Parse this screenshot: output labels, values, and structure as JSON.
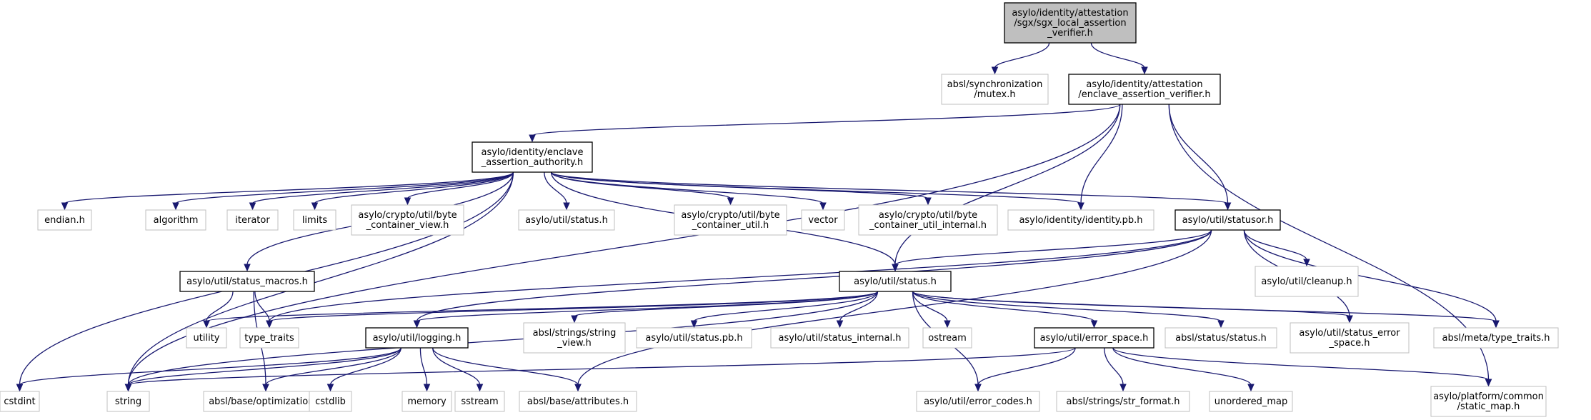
{
  "graph": {
    "nodes": [
      {
        "id": "sgx_local",
        "lines": [
          "asylo/identity/attestation",
          "/sgx/sgx_local_assertion",
          "_verifier.h"
        ],
        "style": "root"
      },
      {
        "id": "mutex",
        "lines": [
          "absl/synchronization",
          "/mutex.h"
        ],
        "style": "external"
      },
      {
        "id": "eav",
        "lines": [
          "asylo/identity/attestation",
          "/enclave_assertion_verifier.h"
        ],
        "style": "file"
      },
      {
        "id": "eaa",
        "lines": [
          "asylo/identity/enclave",
          "_assertion_authority.h"
        ],
        "style": "file"
      },
      {
        "id": "endian",
        "lines": [
          "endian.h"
        ],
        "style": "external"
      },
      {
        "id": "algorithm",
        "lines": [
          "algorithm"
        ],
        "style": "external"
      },
      {
        "id": "iterator",
        "lines": [
          "iterator"
        ],
        "style": "external"
      },
      {
        "id": "limits",
        "lines": [
          "limits"
        ],
        "style": "external"
      },
      {
        "id": "bcview",
        "lines": [
          "asylo/crypto/util/byte",
          "_container_view.h"
        ],
        "style": "external"
      },
      {
        "id": "status_h_ext",
        "lines": [
          "asylo/util/status.h"
        ],
        "style": "external"
      },
      {
        "id": "bcutil",
        "lines": [
          "asylo/crypto/util/byte",
          "_container_util.h"
        ],
        "style": "external"
      },
      {
        "id": "vector",
        "lines": [
          "vector"
        ],
        "style": "external"
      },
      {
        "id": "bcutilint",
        "lines": [
          "asylo/crypto/util/byte",
          "_container_util_internal.h"
        ],
        "style": "external"
      },
      {
        "id": "identitypb",
        "lines": [
          "asylo/identity/identity.pb.h"
        ],
        "style": "external"
      },
      {
        "id": "statusor",
        "lines": [
          "asylo/util/statusor.h"
        ],
        "style": "file"
      },
      {
        "id": "status_macros",
        "lines": [
          "asylo/util/status_macros.h"
        ],
        "style": "file"
      },
      {
        "id": "status",
        "lines": [
          "asylo/util/status.h"
        ],
        "style": "file"
      },
      {
        "id": "cleanup",
        "lines": [
          "asylo/util/cleanup.h"
        ],
        "style": "external"
      },
      {
        "id": "utility",
        "lines": [
          "utility"
        ],
        "style": "external"
      },
      {
        "id": "type_traits",
        "lines": [
          "type_traits"
        ],
        "style": "external"
      },
      {
        "id": "logging",
        "lines": [
          "asylo/util/logging.h"
        ],
        "style": "file"
      },
      {
        "id": "string_view",
        "lines": [
          "absl/strings/string",
          "_view.h"
        ],
        "style": "external"
      },
      {
        "id": "statuspb",
        "lines": [
          "asylo/util/status.pb.h"
        ],
        "style": "external"
      },
      {
        "id": "status_internal",
        "lines": [
          "asylo/util/status_internal.h"
        ],
        "style": "external"
      },
      {
        "id": "ostream",
        "lines": [
          "ostream"
        ],
        "style": "external"
      },
      {
        "id": "error_space",
        "lines": [
          "asylo/util/error_space.h"
        ],
        "style": "file"
      },
      {
        "id": "abslstatus",
        "lines": [
          "absl/status/status.h"
        ],
        "style": "external"
      },
      {
        "id": "status_error_space",
        "lines": [
          "asylo/util/status_error",
          "_space.h"
        ],
        "style": "external"
      },
      {
        "id": "meta_tt",
        "lines": [
          "absl/meta/type_traits.h"
        ],
        "style": "external"
      },
      {
        "id": "cstdint",
        "lines": [
          "cstdint"
        ],
        "style": "external"
      },
      {
        "id": "string",
        "lines": [
          "string"
        ],
        "style": "external"
      },
      {
        "id": "optimization",
        "lines": [
          "absl/base/optimization.h"
        ],
        "style": "external"
      },
      {
        "id": "cstdlib",
        "lines": [
          "cstdlib"
        ],
        "style": "external"
      },
      {
        "id": "memory",
        "lines": [
          "memory"
        ],
        "style": "external"
      },
      {
        "id": "sstream",
        "lines": [
          "sstream"
        ],
        "style": "external"
      },
      {
        "id": "attributes",
        "lines": [
          "absl/base/attributes.h"
        ],
        "style": "external"
      },
      {
        "id": "error_codes",
        "lines": [
          "asylo/util/error_codes.h"
        ],
        "style": "external"
      },
      {
        "id": "str_format",
        "lines": [
          "absl/strings/str_format.h"
        ],
        "style": "external"
      },
      {
        "id": "unordered_map",
        "lines": [
          "unordered_map"
        ],
        "style": "external"
      },
      {
        "id": "static_map",
        "lines": [
          "asylo/platform/common",
          "/static_map.h"
        ],
        "style": "external"
      }
    ],
    "edges": [
      [
        "sgx_local",
        "mutex"
      ],
      [
        "sgx_local",
        "eav"
      ],
      [
        "eav",
        "eaa"
      ],
      [
        "eav",
        "string"
      ],
      [
        "eav",
        "identitypb"
      ],
      [
        "eav",
        "statusor"
      ],
      [
        "eav",
        "status"
      ],
      [
        "eav",
        "static_map"
      ],
      [
        "eaa",
        "cstdint"
      ],
      [
        "eaa",
        "endian"
      ],
      [
        "eaa",
        "algorithm"
      ],
      [
        "eaa",
        "iterator"
      ],
      [
        "eaa",
        "limits"
      ],
      [
        "eaa",
        "string"
      ],
      [
        "eaa",
        "bcview"
      ],
      [
        "eaa",
        "status_h_ext"
      ],
      [
        "eaa",
        "bcutil"
      ],
      [
        "eaa",
        "vector"
      ],
      [
        "eaa",
        "bcutilint"
      ],
      [
        "eaa",
        "identitypb"
      ],
      [
        "eaa",
        "statusor"
      ],
      [
        "eaa",
        "status_macros"
      ],
      [
        "eaa",
        "status"
      ],
      [
        "statusor",
        "type_traits"
      ],
      [
        "statusor",
        "attributes"
      ],
      [
        "statusor",
        "logging"
      ],
      [
        "statusor",
        "status"
      ],
      [
        "statusor",
        "cleanup"
      ],
      [
        "statusor",
        "status_error_space"
      ],
      [
        "statusor",
        "meta_tt"
      ],
      [
        "status_macros",
        "utility"
      ],
      [
        "status_macros",
        "type_traits"
      ],
      [
        "status_macros",
        "optimization"
      ],
      [
        "status",
        "utility"
      ],
      [
        "status",
        "type_traits"
      ],
      [
        "status",
        "string"
      ],
      [
        "status",
        "logging"
      ],
      [
        "status",
        "string_view"
      ],
      [
        "status",
        "statuspb"
      ],
      [
        "status",
        "status_internal"
      ],
      [
        "status",
        "ostream"
      ],
      [
        "status",
        "error_space"
      ],
      [
        "status",
        "abslstatus"
      ],
      [
        "status",
        "status_error_space"
      ],
      [
        "status",
        "meta_tt"
      ],
      [
        "status",
        "error_codes"
      ],
      [
        "logging",
        "cstdint"
      ],
      [
        "logging",
        "string"
      ],
      [
        "logging",
        "optimization"
      ],
      [
        "logging",
        "cstdlib"
      ],
      [
        "logging",
        "memory"
      ],
      [
        "logging",
        "sstream"
      ],
      [
        "logging",
        "attributes"
      ],
      [
        "error_space",
        "string"
      ],
      [
        "error_space",
        "error_codes"
      ],
      [
        "error_space",
        "str_format"
      ],
      [
        "error_space",
        "unordered_map"
      ],
      [
        "error_space",
        "static_map"
      ]
    ]
  },
  "colors": {
    "root_fill": "#bfbfbf",
    "file_border": "#000000",
    "external_border": "#bfbfbf",
    "edge": "#191970"
  }
}
